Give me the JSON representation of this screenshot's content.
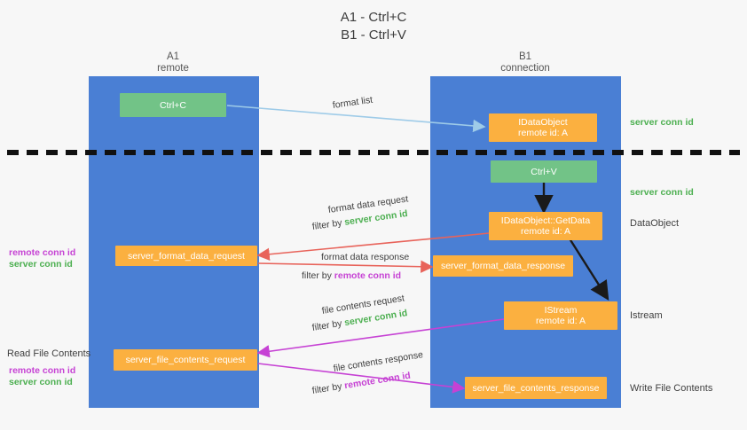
{
  "title": {
    "line1": "A1 - Ctrl+C",
    "line2": "B1 - Ctrl+V"
  },
  "lanes": [
    {
      "name": "A1",
      "sub": "remote"
    },
    {
      "name": "B1",
      "sub": "connection"
    }
  ],
  "boxes": {
    "ctrl_c": "Ctrl+C",
    "ctrl_v": "Ctrl+V",
    "idataobject": {
      "line1": "IDataObject",
      "line2": "remote id: A"
    },
    "getdata": {
      "line1": "IDataObject::GetData",
      "line2": "remote id: A"
    },
    "istream": {
      "line1": "IStream",
      "line2": "remote id: A"
    },
    "server_format_data_request": "server_format_data_request",
    "server_format_data_response": "server_format_data_response",
    "server_file_contents_request": "server_file_contents_request",
    "server_file_contents_response": "server_file_contents_response"
  },
  "edge_labels": {
    "format_list": "format list",
    "format_data_request": "format data request",
    "format_data_request_filter_pre": "filter by ",
    "format_data_request_filter_val": "server conn id",
    "format_data_response": "format data response",
    "format_data_response_filter_pre": "filter by ",
    "format_data_response_filter_val": "remote conn id",
    "file_contents_request": "file contents request",
    "file_contents_request_filter_pre": "filter by ",
    "file_contents_request_filter_val": "server conn id",
    "file_contents_response": "file contents response",
    "file_contents_response_filter_pre": "filter by ",
    "file_contents_response_filter_val": "remote conn id"
  },
  "right_labels": {
    "server_conn_id_top": "server conn id",
    "server_conn_id_mid": "server conn id",
    "dataobject": "DataObject",
    "istream": "Istream",
    "write_file_contents": "Write File Contents"
  },
  "left_labels": {
    "remote_conn_id_1": "remote conn id",
    "server_conn_id_1": "server conn id",
    "read_file_contents": "Read File Contents",
    "remote_conn_id_2": "remote conn id",
    "server_conn_id_2": "server conn id"
  },
  "colors": {
    "lane": "#4a7fd4",
    "green_box": "#72c387",
    "orange_box": "#fbb040",
    "arrow_blue": "#9ecbe8",
    "arrow_red": "#e8635a",
    "arrow_magenta": "#c642d4",
    "arrow_black": "#1a1a1a",
    "green_text": "#4caf50",
    "purple_text": "#c642d4",
    "divider": "#111111",
    "background": "#f7f7f7"
  }
}
